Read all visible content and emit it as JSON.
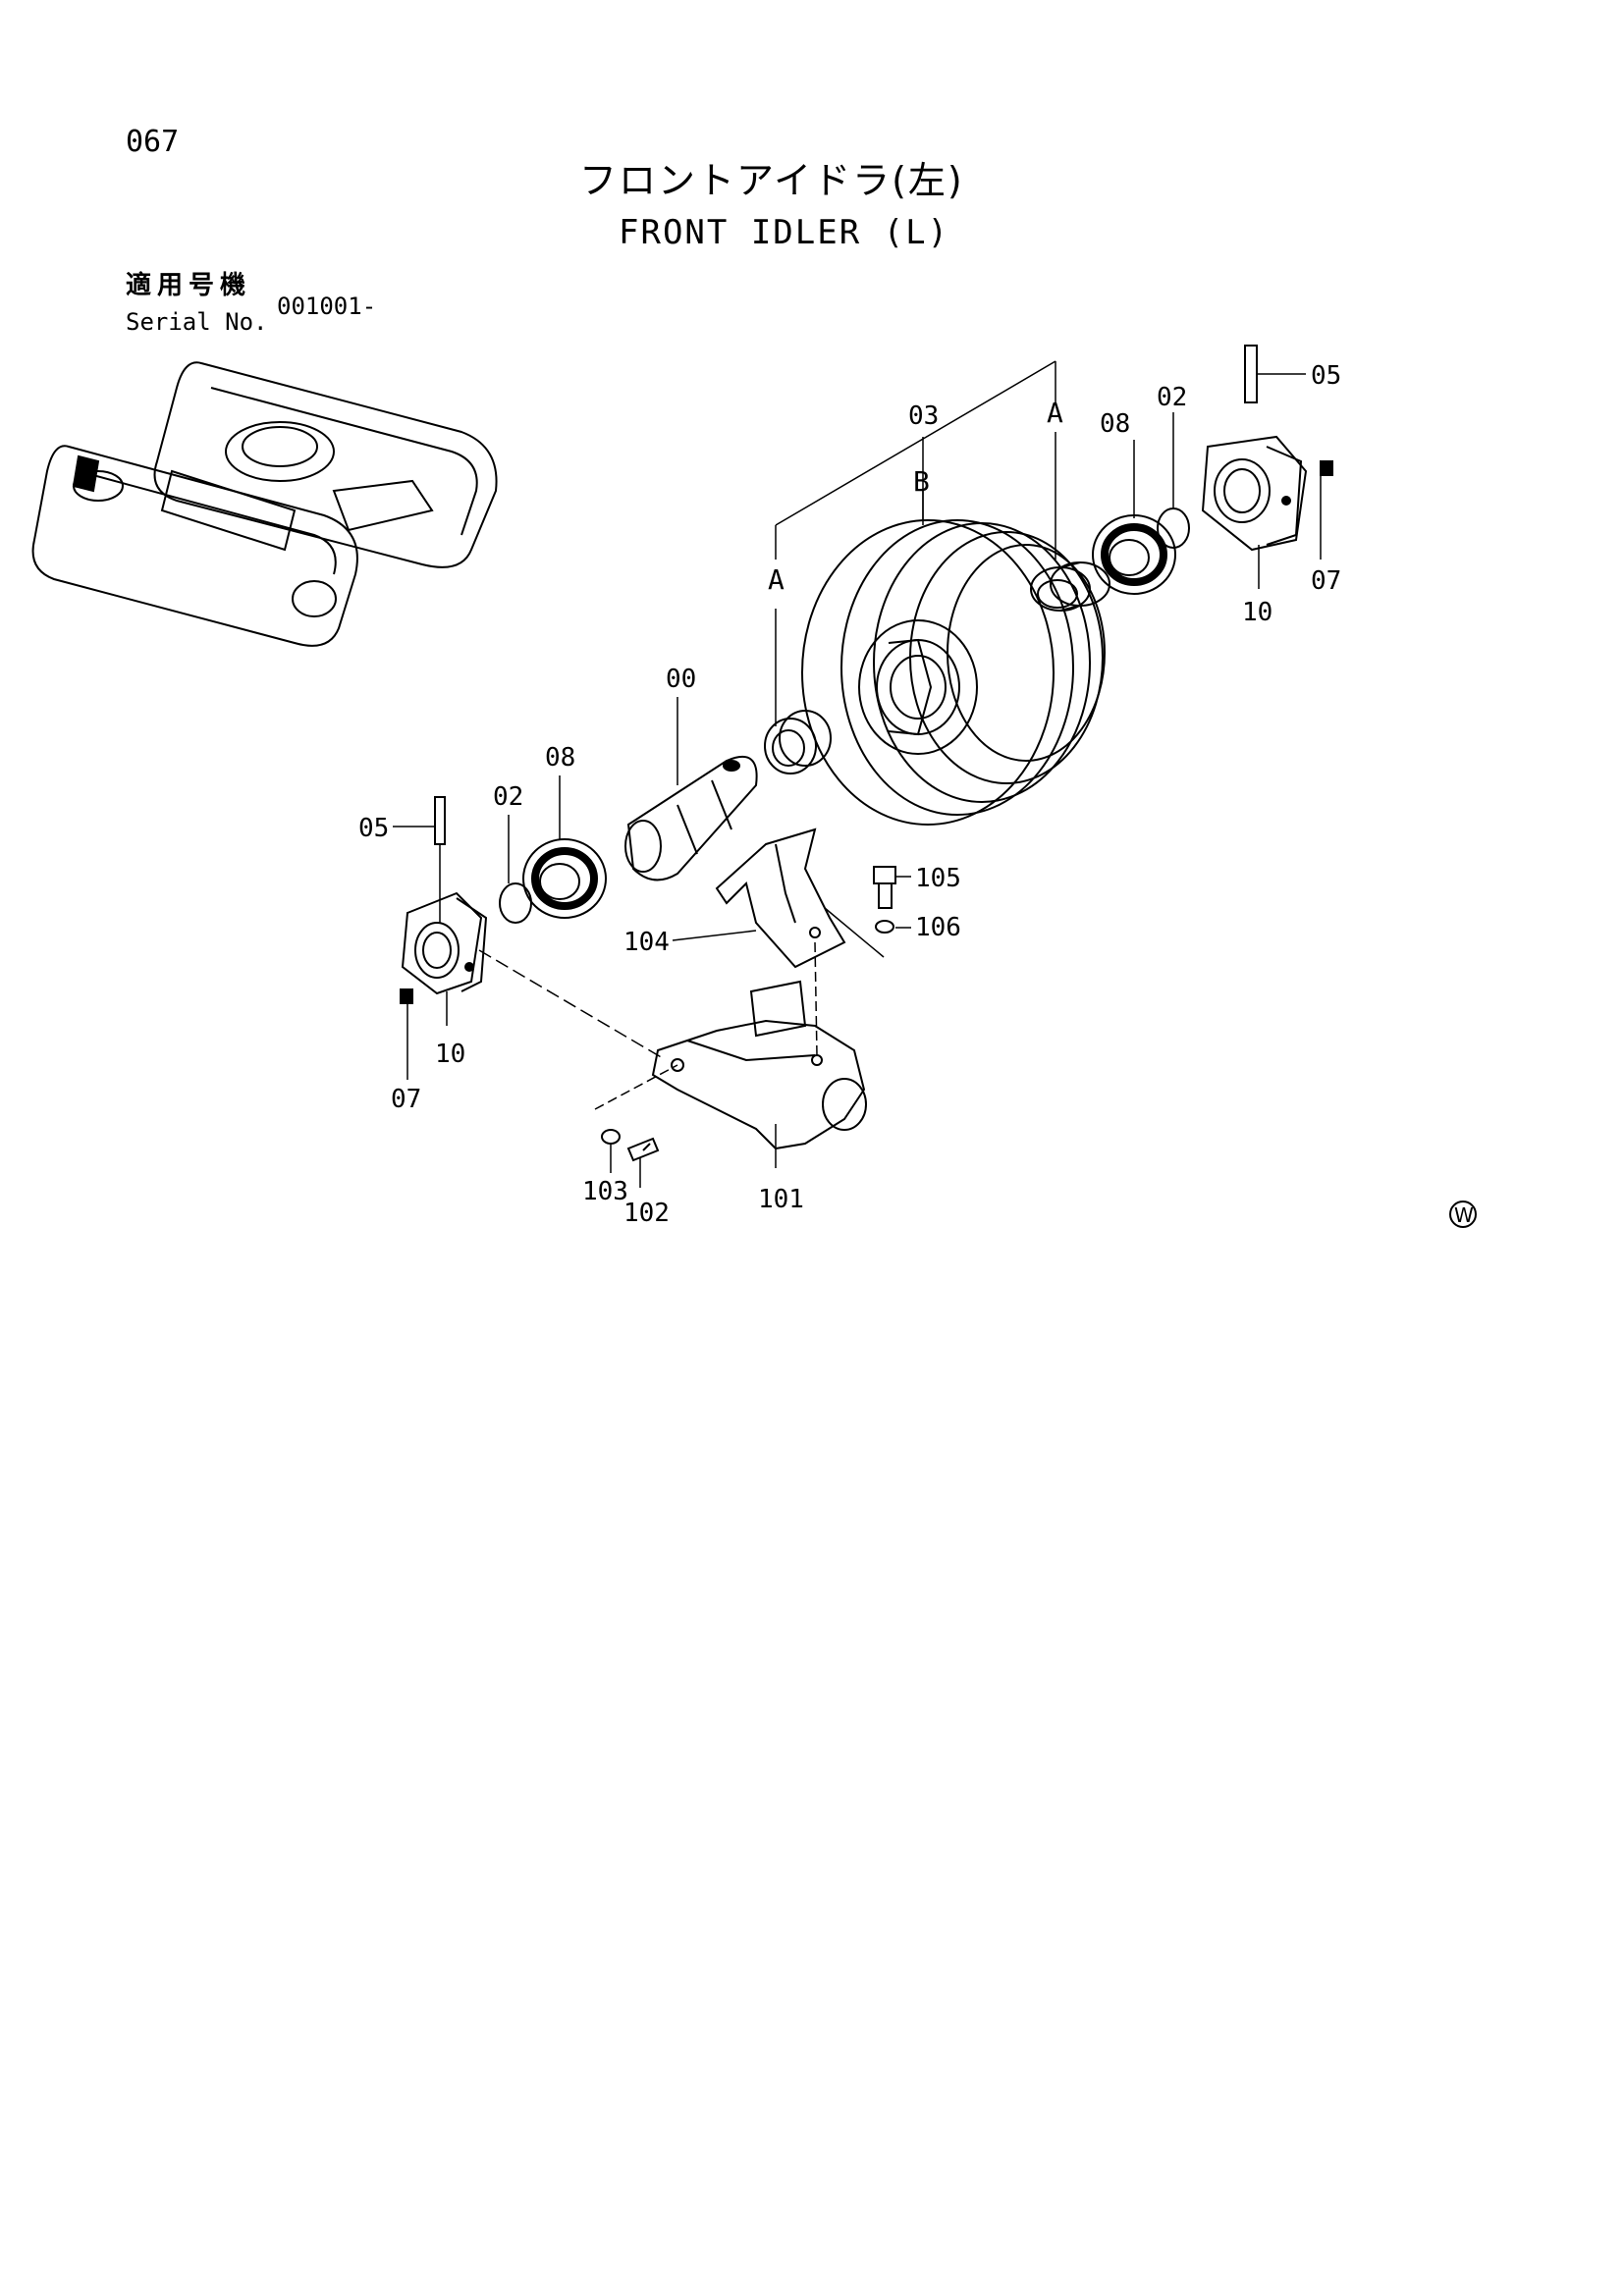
{
  "page_number": "067",
  "title_jp": "フロントアイドラ(左)",
  "title_en": "FRONT IDLER (L)",
  "serial": {
    "label_jp": "適用号機",
    "label_en": "Serial No.",
    "value": "001001-"
  },
  "callouts": {
    "c00": "00",
    "c02a": "02",
    "c02b": "02",
    "c03": "03",
    "c05a": "05",
    "c05b": "05",
    "c07a": "07",
    "c07b": "07",
    "c08a": "08",
    "c08b": "08",
    "c10a": "10",
    "c10b": "10",
    "c101": "101",
    "c102": "102",
    "c103": "103",
    "c104": "104",
    "c105": "105",
    "c106": "106",
    "refA1": "A",
    "refA2": "A",
    "refB": "B"
  },
  "corner_mark": "W"
}
